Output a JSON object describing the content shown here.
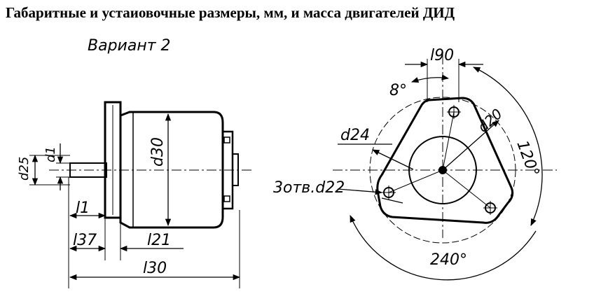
{
  "title": "Габаритные и устаиовочные размеры, мм, и масса двигателей ДИД",
  "variant": "Вариант 2",
  "side_view": {
    "dims": {
      "d25": "d25",
      "d1": "d1",
      "d30": "d30",
      "l1": "l1",
      "l37": "l37",
      "l21": "l21",
      "l30": "l30"
    }
  },
  "front_view": {
    "dims": {
      "l90": "l90",
      "d20": "d20",
      "d24": "d24",
      "holes": "3отв.d22"
    },
    "angles": {
      "small": "8°",
      "spacing": "120°",
      "span": "240°"
    }
  }
}
